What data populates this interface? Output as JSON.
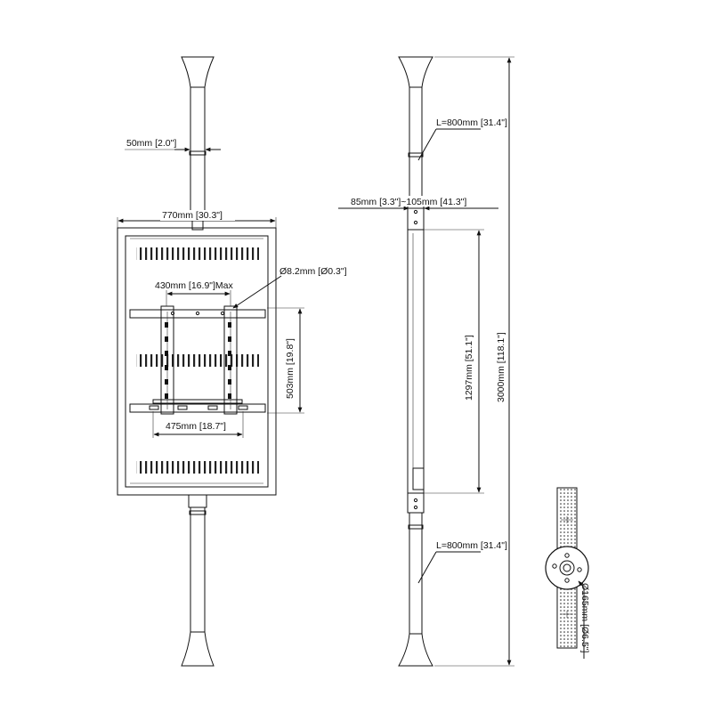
{
  "colors": {
    "line": "#111111",
    "background": "#ffffff",
    "hatch": "#222222"
  },
  "front_view": {
    "pole_diameter_label": "50mm [2.0\"]",
    "display_width_label": "770mm [30.3\"]",
    "hole_diameter_label": "Ø8.2mm [Ø0.3\"]",
    "vesa_width_max_label": "430mm [16.9\"]Max",
    "vesa_height_label": "503mm [19.8\"]",
    "vesa_width_label": "475mm [18.7\"]"
  },
  "side_view": {
    "upper_pole_length_label": "L=800mm [31.4\"]",
    "adjust_range_label": "85mm [3.3\"]~105mm [41.3\"]",
    "display_height_label": "1297mm [51.1\"]",
    "total_height_label": "3000mm [118.1\"]",
    "lower_pole_length_label": "L=800mm [31.4\"]"
  },
  "detail_view": {
    "base_diameter_label": "Ø165mm [Ø6.5\"]"
  }
}
